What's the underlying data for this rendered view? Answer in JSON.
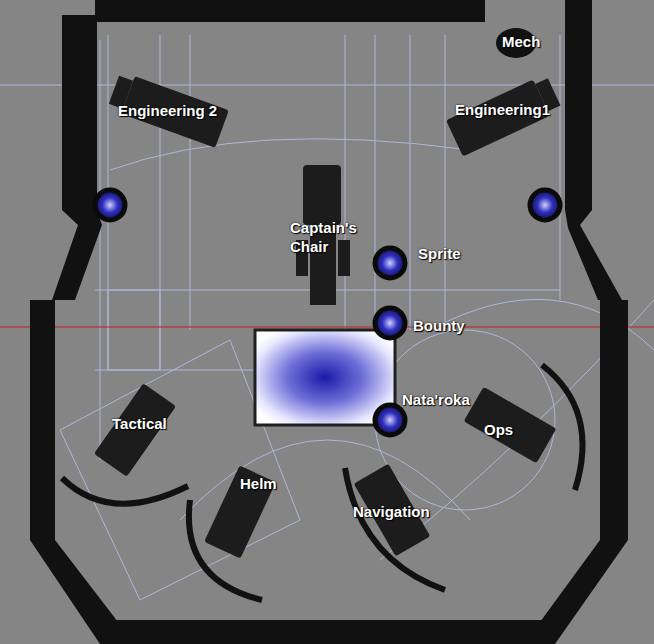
{
  "diagram": {
    "labels": [
      "Mech",
      "Engineering 2",
      "Engineering1",
      "Captain's Chair",
      "Sprite",
      "Bounty",
      "Nata'roka",
      "Tactical",
      "Ops",
      "Helm",
      "Navigation"
    ]
  }
}
